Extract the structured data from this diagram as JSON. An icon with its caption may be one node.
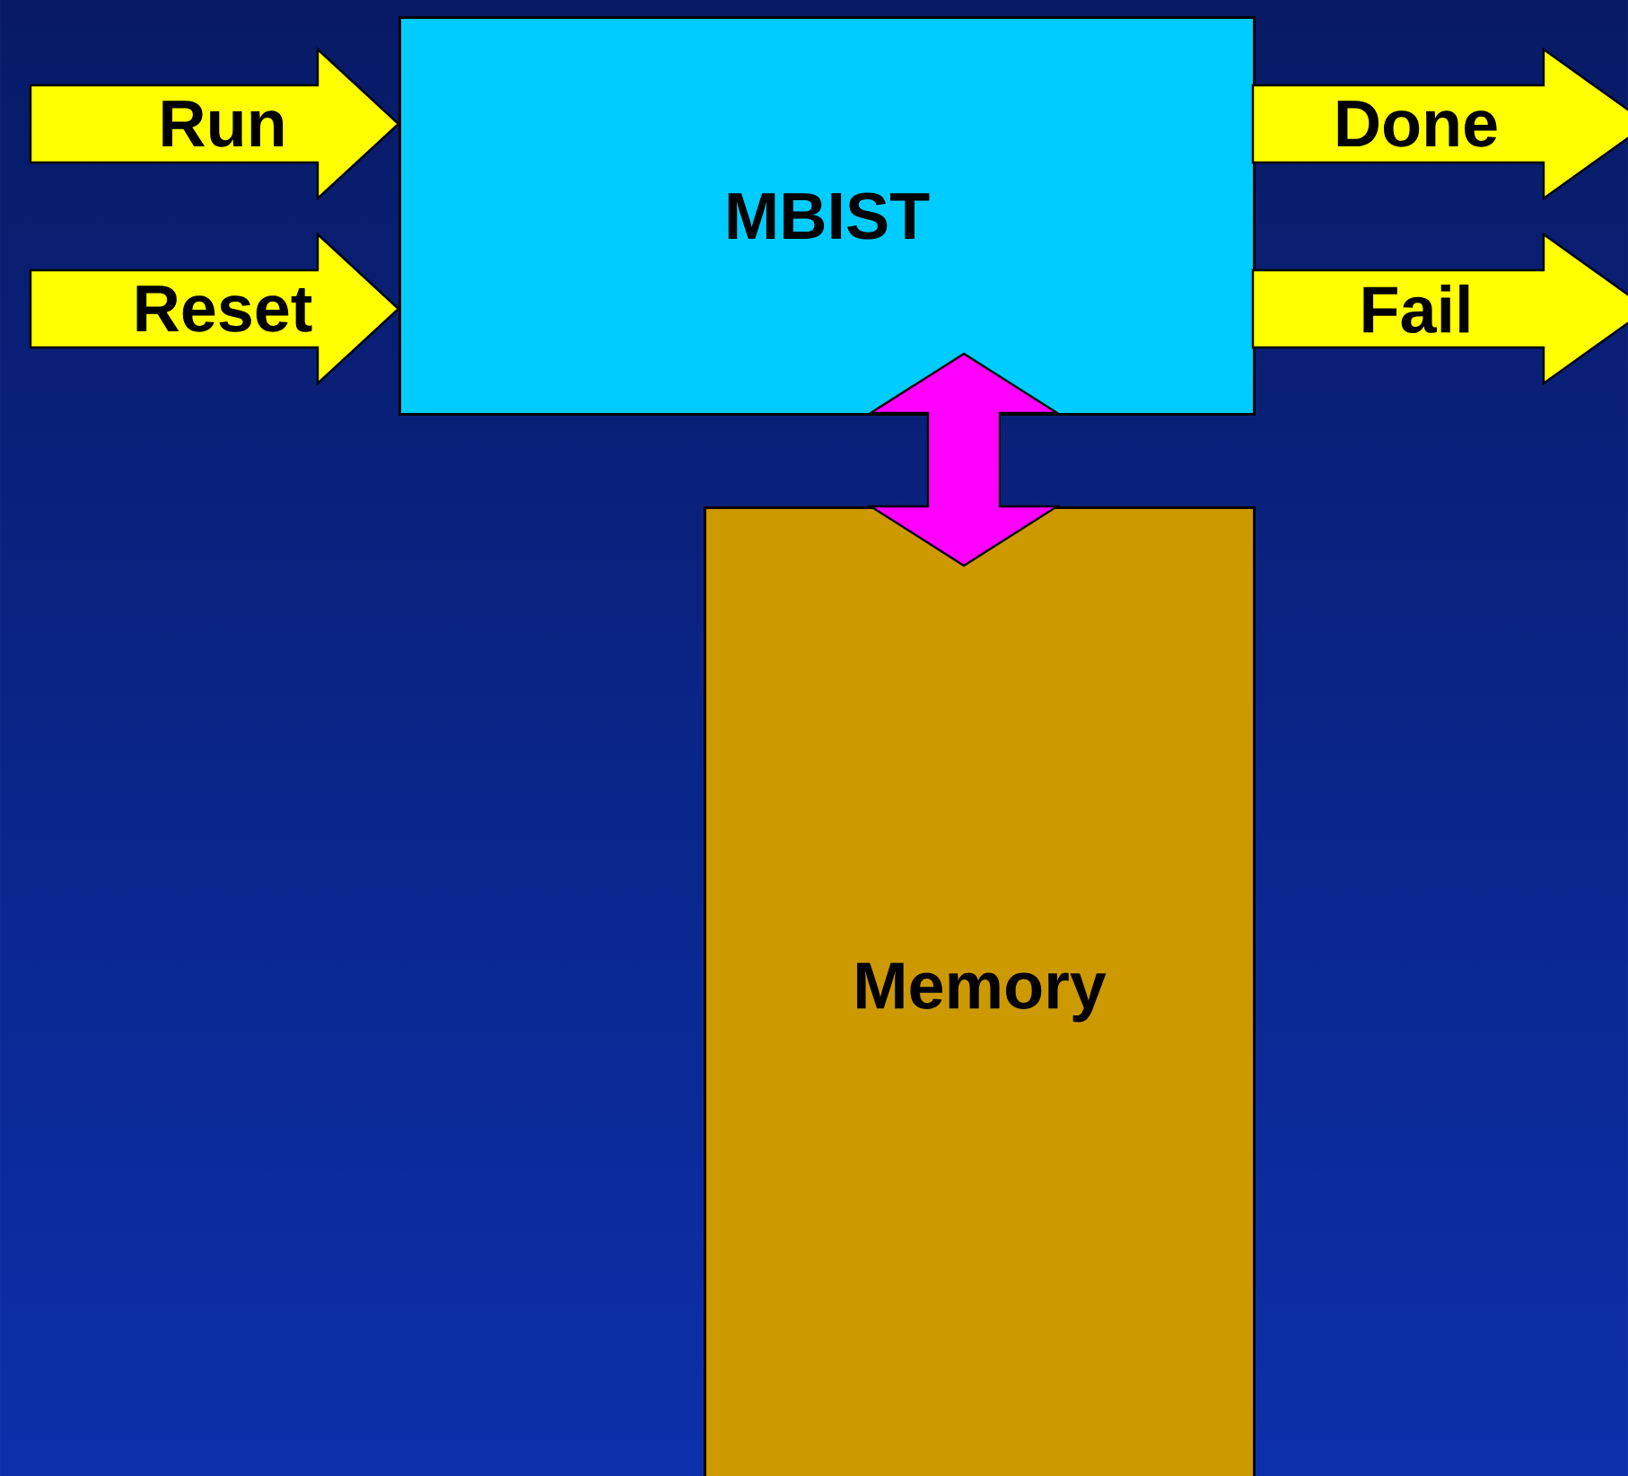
{
  "diagram": {
    "nodes": [
      {
        "text": [
          "MBIST"
        ]
      },
      {
        "text": [
          "Memory"
        ]
      }
    ],
    "edges": [
      {
        "from": null,
        "to": 0,
        "arrow": "to",
        "label": "Run"
      },
      {
        "from": null,
        "to": 0,
        "arrow": "to",
        "label": "Reset"
      },
      {
        "from": 0,
        "to": null,
        "arrow": "to",
        "label": "Done"
      },
      {
        "from": 0,
        "to": null,
        "arrow": "to",
        "label": "Fail"
      },
      {
        "from": 0,
        "to": 1,
        "arrow": "both",
        "color": "#ff00ff"
      }
    ]
  }
}
